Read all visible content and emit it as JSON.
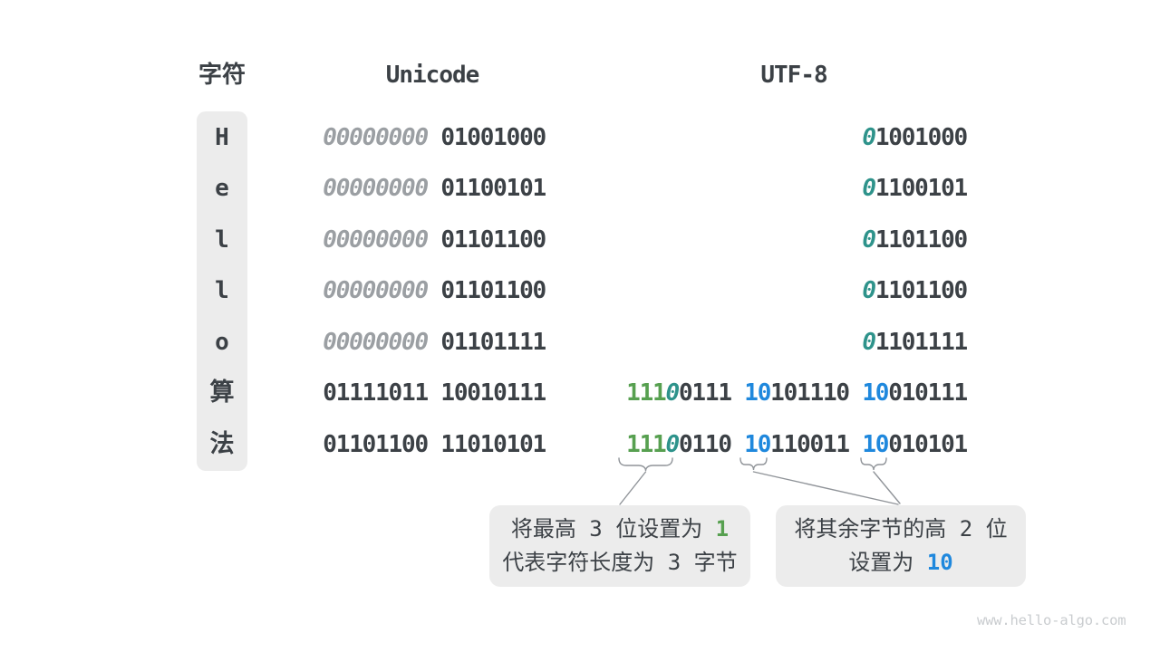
{
  "page": {
    "watermark": "www.hello-algo.com"
  },
  "colors": {
    "dark": "#3c4146",
    "gray": "#9b9fa3",
    "green": "#57a050",
    "teal": "#2e938b",
    "blue": "#1f88dd",
    "box_bg": "#ececec",
    "line": "#909499",
    "watermark": "#c9cccf"
  },
  "header": {
    "char_label": "字符",
    "unicode_label": "Unicode",
    "utf8_label": "UTF-8"
  },
  "rows": [
    {
      "char": "H",
      "cjk": false,
      "unicode": [
        {
          "t": "00000000 ",
          "c": "gray",
          "i": 1
        },
        {
          "t": "01001000",
          "c": "dark"
        }
      ],
      "utf8": [
        {
          "t": "0",
          "c": "teal",
          "i": 1
        },
        {
          "t": "1001000",
          "c": "dark"
        }
      ]
    },
    {
      "char": "e",
      "cjk": false,
      "unicode": [
        {
          "t": "00000000 ",
          "c": "gray",
          "i": 1
        },
        {
          "t": "01100101",
          "c": "dark"
        }
      ],
      "utf8": [
        {
          "t": "0",
          "c": "teal",
          "i": 1
        },
        {
          "t": "1100101",
          "c": "dark"
        }
      ]
    },
    {
      "char": "l",
      "cjk": false,
      "unicode": [
        {
          "t": "00000000 ",
          "c": "gray",
          "i": 1
        },
        {
          "t": "01101100",
          "c": "dark"
        }
      ],
      "utf8": [
        {
          "t": "0",
          "c": "teal",
          "i": 1
        },
        {
          "t": "1101100",
          "c": "dark"
        }
      ]
    },
    {
      "char": "l",
      "cjk": false,
      "unicode": [
        {
          "t": "00000000 ",
          "c": "gray",
          "i": 1
        },
        {
          "t": "01101100",
          "c": "dark"
        }
      ],
      "utf8": [
        {
          "t": "0",
          "c": "teal",
          "i": 1
        },
        {
          "t": "1101100",
          "c": "dark"
        }
      ]
    },
    {
      "char": "o",
      "cjk": false,
      "unicode": [
        {
          "t": "00000000 ",
          "c": "gray",
          "i": 1
        },
        {
          "t": "01101111",
          "c": "dark"
        }
      ],
      "utf8": [
        {
          "t": "0",
          "c": "teal",
          "i": 1
        },
        {
          "t": "1101111",
          "c": "dark"
        }
      ]
    },
    {
      "char": "算",
      "cjk": true,
      "unicode": [
        {
          "t": "01111011 10010111",
          "c": "dark"
        }
      ],
      "utf8": [
        {
          "t": "111",
          "c": "green"
        },
        {
          "t": "0",
          "c": "teal",
          "i": 1
        },
        {
          "t": "0111 ",
          "c": "dark"
        },
        {
          "t": "10",
          "c": "blue"
        },
        {
          "t": "101110 ",
          "c": "dark"
        },
        {
          "t": "10",
          "c": "blue"
        },
        {
          "t": "010111",
          "c": "dark"
        }
      ]
    },
    {
      "char": "法",
      "cjk": true,
      "unicode": [
        {
          "t": "01101100 11010101",
          "c": "dark"
        }
      ],
      "utf8": [
        {
          "t": "111",
          "c": "green"
        },
        {
          "t": "0",
          "c": "teal",
          "i": 1
        },
        {
          "t": "0110 ",
          "c": "dark"
        },
        {
          "t": "10",
          "c": "blue"
        },
        {
          "t": "110011 ",
          "c": "dark"
        },
        {
          "t": "10",
          "c": "blue"
        },
        {
          "t": "010101",
          "c": "dark"
        }
      ]
    }
  ],
  "callouts": {
    "left": {
      "line1": [
        {
          "t": "将最高",
          "c": "dark"
        },
        {
          "t": " 3 ",
          "c": "dark",
          "mono": 1
        },
        {
          "t": "位设置为",
          "c": "dark"
        },
        {
          "t": " 1",
          "c": "green",
          "mono": 1,
          "b": 1
        }
      ],
      "line2": [
        {
          "t": "代表字符长度为",
          "c": "dark"
        },
        {
          "t": " 3 ",
          "c": "dark",
          "mono": 1
        },
        {
          "t": "字节",
          "c": "dark"
        }
      ]
    },
    "right": {
      "line1": [
        {
          "t": "将其余字节的高",
          "c": "dark"
        },
        {
          "t": " 2 ",
          "c": "dark",
          "mono": 1
        },
        {
          "t": "位",
          "c": "dark"
        }
      ],
      "line2": [
        {
          "t": "设置为",
          "c": "dark"
        },
        {
          "t": " 10",
          "c": "blue",
          "mono": 1,
          "b": 1
        }
      ]
    }
  }
}
